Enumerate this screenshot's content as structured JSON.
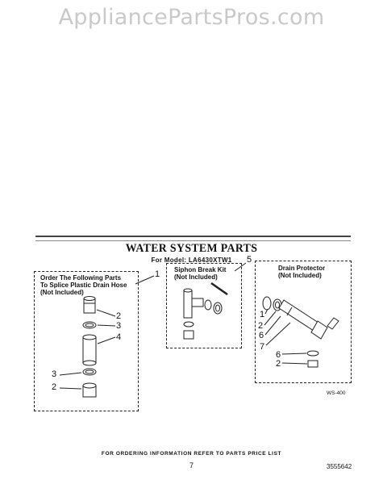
{
  "watermark": "AppliancePartsPros.com",
  "title": "WATER SYSTEM PARTS",
  "model": "For Model: LA6430XTW1",
  "groups": {
    "splice": {
      "label_lines": [
        "Order The Following Parts",
        "To Splice Plastic Drain Hose",
        "(Not Included)"
      ],
      "callout": "1"
    },
    "siphon": {
      "label_lines": [
        "Siphon Break Kit",
        "(Not Included)"
      ],
      "callout": "5"
    },
    "drain": {
      "label_lines": [
        "Drain Protector",
        "(Not Included)"
      ]
    }
  },
  "callouts": {
    "splice_2a": "2",
    "splice_3a": "3",
    "splice_4": "4",
    "splice_3b": "3",
    "splice_2b": "2",
    "drain_1": "1",
    "drain_2a": "2",
    "drain_6a": "6",
    "drain_7": "7",
    "drain_6b": "6",
    "drain_2b": "2"
  },
  "figure_code": "WS-400",
  "footer": "FOR ORDERING INFORMATION REFER TO PARTS PRICE LIST",
  "page_number": "7",
  "doc_number": "3555642"
}
